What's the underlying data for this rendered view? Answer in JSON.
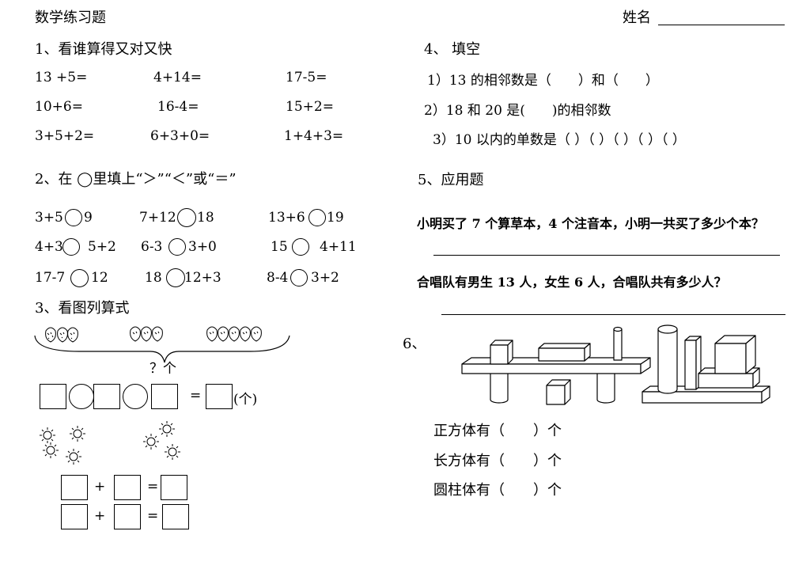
{
  "header": {
    "title": "数学练习题",
    "name_label": "姓名"
  },
  "s1": {
    "heading": "1、看谁算得又对又快",
    "rows": [
      [
        "13 +5=",
        "4+14=",
        "17-5="
      ],
      [
        "10+6=",
        "16-4=",
        "15+2="
      ],
      [
        "3+5+2=",
        "6+3+0=",
        "1+4+3="
      ]
    ]
  },
  "s2": {
    "heading": "2、在 ◯里填上“＞”“＜”或“＝”",
    "items": [
      [
        "3+5",
        "9"
      ],
      [
        "7+12",
        "18"
      ],
      [
        "13+6",
        "19"
      ],
      [
        "4+3",
        "5+2"
      ],
      [
        "6-3",
        "3+0"
      ],
      [
        "15",
        "4+11"
      ],
      [
        "17-7",
        "12"
      ],
      [
        "18",
        "12+3"
      ],
      [
        "8-4",
        "3+2"
      ]
    ]
  },
  "s3": {
    "heading": "3、看图列算式",
    "brace_label": "？个",
    "unit": "(个)",
    "eq_sign": "=",
    "plus": "+"
  },
  "s4": {
    "heading": "4、 填空",
    "q1": "1）13 的相邻数是（　　）和（　　）",
    "q2": "2）18 和 20 是(　　)的相邻数",
    "q3": "3）10 以内的单数是（ ）（ ）（ ）（ ）（ ）"
  },
  "s5": {
    "heading": "5、应用题",
    "p1": "小明买了 7 个算草本，4 个注音本，小明一共买了多少个本？",
    "p2": "合唱队有男生 13 人，女生 6 人，合唱队共有多少人？"
  },
  "s6": {
    "heading": "6、",
    "cube": "正方体有（　　）个",
    "cuboid": "长方体有（　　）个",
    "cylinder": "圆柱体有（　　）个"
  }
}
